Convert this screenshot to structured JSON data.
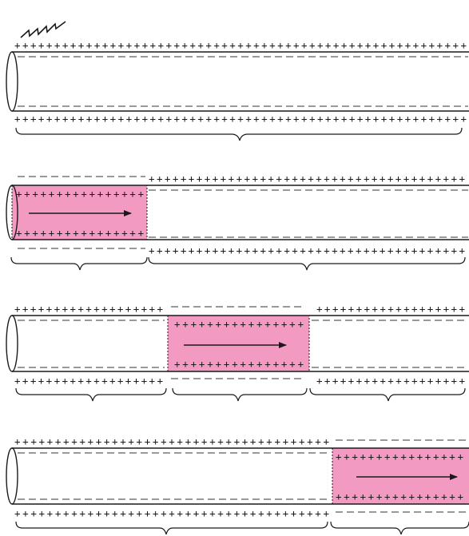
{
  "colors": {
    "depolarized_zone": "#f39ac3",
    "line": "#1a1a1a",
    "background": "#ffffff"
  },
  "symbols": {
    "positive": "+",
    "negative": "−"
  },
  "icons": {
    "stimulus": "lightning-stimulus-icon",
    "propagation": "right-arrow-icon"
  },
  "panels": [
    {
      "stage": 1,
      "stimulus_shown": true,
      "depolarized_span": null
    },
    {
      "stage": 2,
      "stimulus_shown": false,
      "depolarized_span": [
        0.0,
        0.29
      ]
    },
    {
      "stage": 3,
      "stimulus_shown": false,
      "depolarized_span": [
        0.35,
        0.66
      ]
    },
    {
      "stage": 4,
      "stimulus_shown": false,
      "depolarized_span": [
        0.71,
        1.0
      ]
    }
  ]
}
